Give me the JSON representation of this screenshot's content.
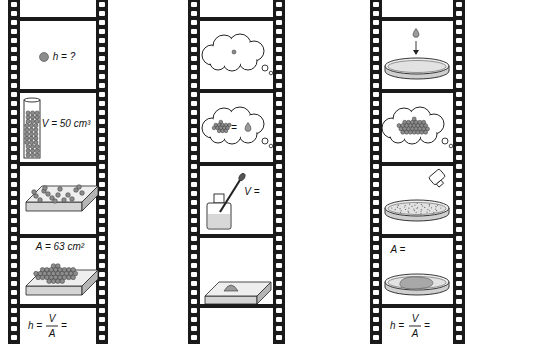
{
  "diagram": {
    "labels": [
      "h = ?",
      "V = 50 cm³",
      "A = 63 cm²",
      "h =",
      "V",
      "A",
      "=",
      "=",
      "V =",
      "A =",
      "h =",
      "V",
      "A",
      "="
    ]
  }
}
